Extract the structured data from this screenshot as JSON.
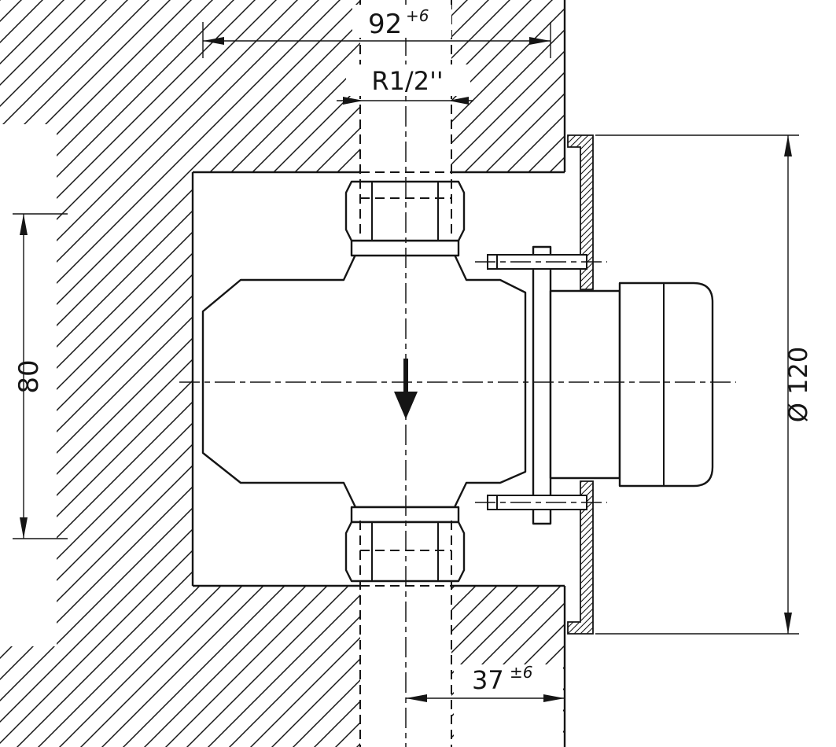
{
  "drawing": {
    "colors": {
      "line": "#151515",
      "background": "#ffffff"
    },
    "dimensions": {
      "recess_width": {
        "value": "92",
        "tolerance": "+6"
      },
      "thread": {
        "label": "R1/2''"
      },
      "recess_height": {
        "value": "80"
      },
      "plate_diameter": {
        "value": "Ø 120"
      },
      "wall_offset": {
        "value": "37",
        "tolerance": "±6"
      }
    }
  }
}
